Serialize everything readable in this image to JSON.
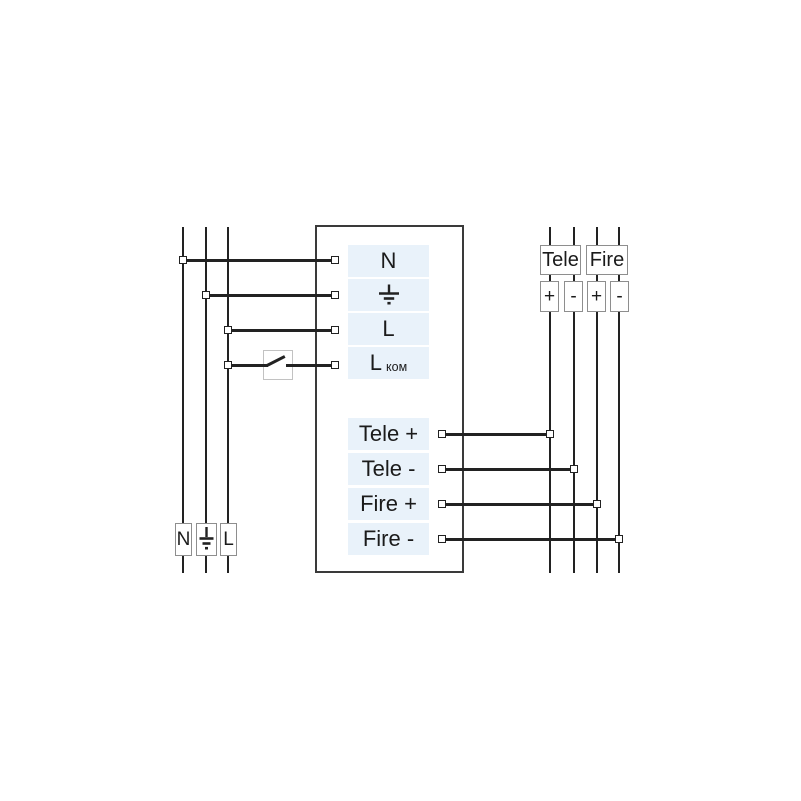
{
  "device": {
    "power_terminals": {
      "n": "N",
      "l": "L",
      "l_kom_main": "L",
      "l_kom_sub": "ком",
      "earth_icon": "earth-ground-symbol"
    },
    "signal_terminals": {
      "tele_plus": "Tele +",
      "tele_minus": "Tele -",
      "fire_plus": "Fire +",
      "fire_minus": "Fire -"
    }
  },
  "mains": {
    "n": "N",
    "l": "L",
    "earth_icon": "earth-ground-symbol"
  },
  "right_buses": {
    "tele": {
      "label": "Tele",
      "plus": "+",
      "minus": "-"
    },
    "fire": {
      "label": "Fire",
      "plus": "+",
      "minus": "-"
    }
  },
  "colors": {
    "wire": "#222222",
    "device_border": "#3a3a3a",
    "terminal_cell_bg": "#e9f2fa",
    "label_box_border": "#8e8e8e",
    "switch_border": "#c2c2c2",
    "text": "#1b1b1b",
    "background": "#ffffff"
  }
}
